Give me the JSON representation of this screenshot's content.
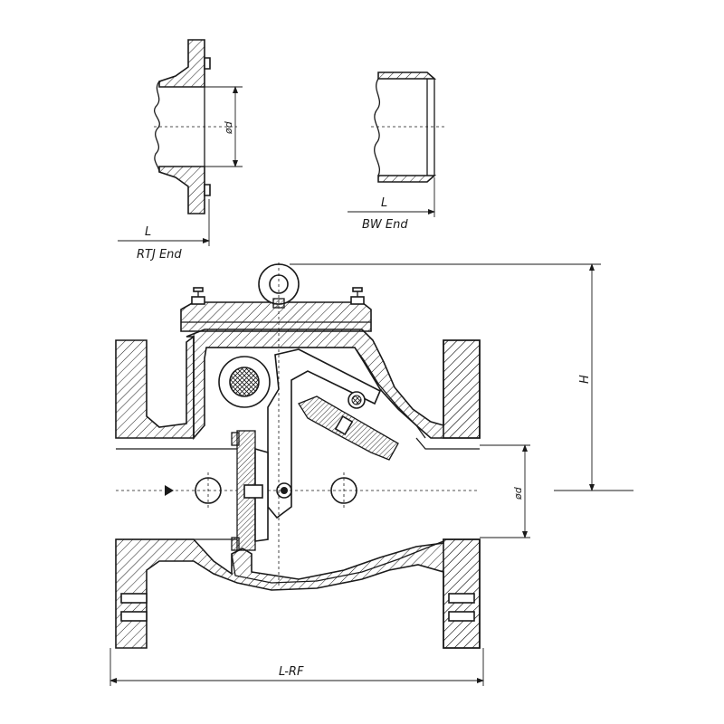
{
  "labels": {
    "rtj_end": "RTJ End",
    "bw_end": "BW End",
    "rtj_length": "L",
    "bw_length": "L",
    "rtj_bore": "ød",
    "main_bore": "ød",
    "height": "H",
    "overall_length": "L-RF"
  },
  "colors": {
    "line": "#1a1a1a",
    "background": "#ffffff"
  }
}
